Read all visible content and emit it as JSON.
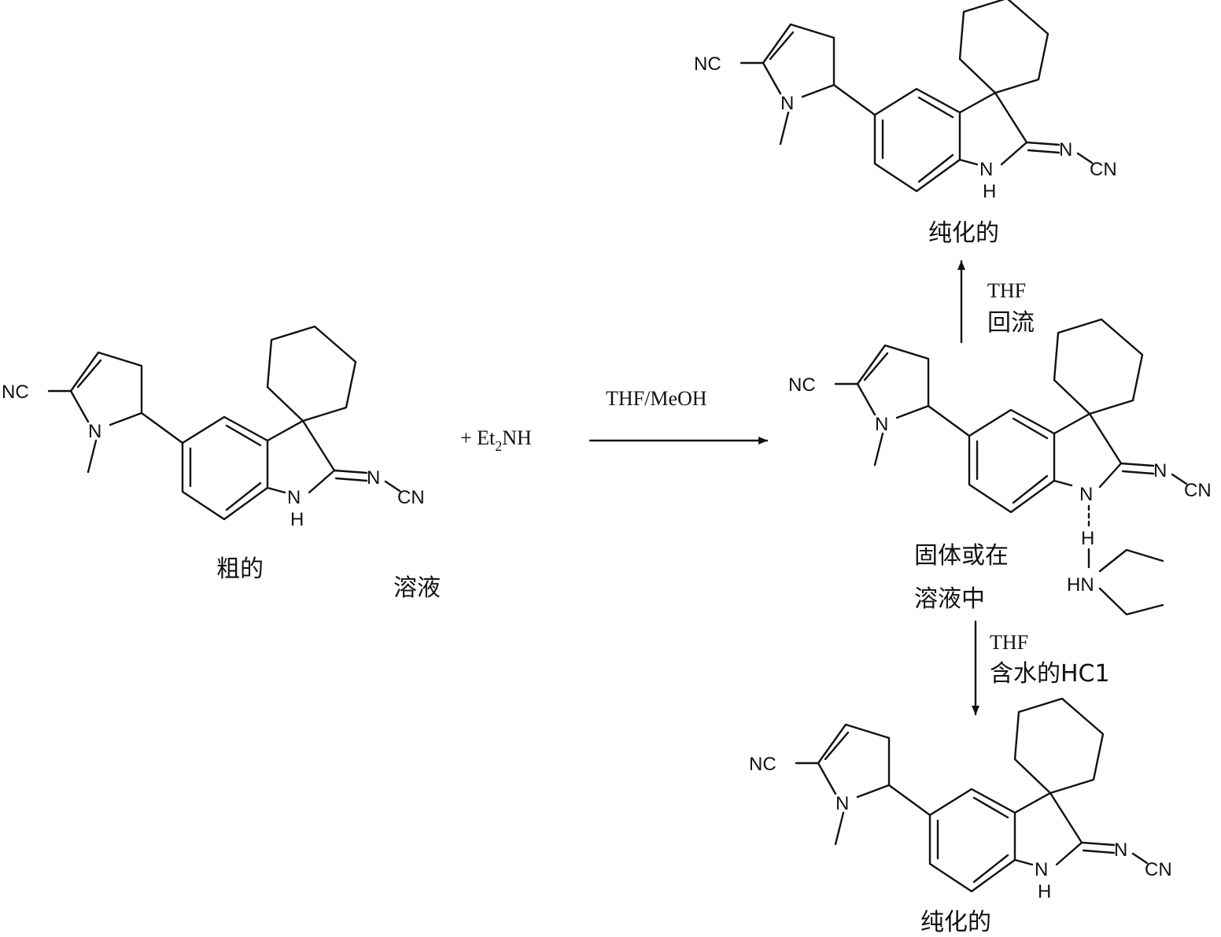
{
  "molecule_labels": {
    "nitrile_left": "NC",
    "pyrrole_n": "N",
    "imine_n": "N",
    "cyano": "CN",
    "indole_n": "N",
    "indole_h": "H"
  },
  "complex_labels": {
    "bridge_h": "H",
    "amine": "HN"
  },
  "left": {
    "crude_label": "粗的",
    "solution_label": "溶液",
    "reagent_plus": "+ Et",
    "reagent_sub": "2",
    "reagent_tail": "NH"
  },
  "arrow_main": {
    "condition": "THF/MeOH"
  },
  "arrow_up": {
    "solvent": "THF",
    "condition": "回流"
  },
  "arrow_down": {
    "solvent": "THF",
    "condition": "含水的HC1"
  },
  "middle": {
    "state_line1": "固体或在",
    "state_line2": "溶液中"
  },
  "top": {
    "purified_label": "纯化的"
  },
  "bottom": {
    "purified_label": "纯化的"
  }
}
